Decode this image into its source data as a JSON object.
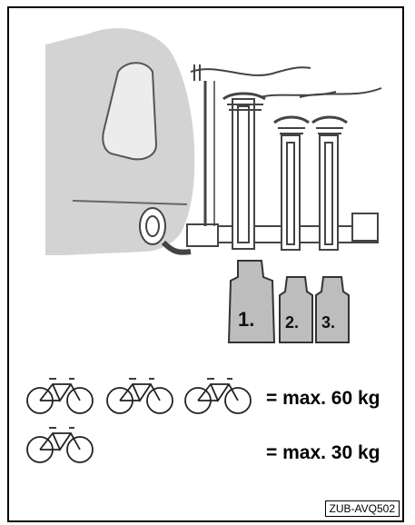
{
  "weights": [
    {
      "label": "1."
    },
    {
      "label": "2."
    },
    {
      "label": "3."
    }
  ],
  "limits": [
    {
      "bike_count": 3,
      "text": "= max. 60 kg"
    },
    {
      "bike_count": 1,
      "text": "= max. 30 kg"
    }
  ],
  "figure_code": "ZUB-AVQ502",
  "colors": {
    "gray_fill": "#d0d0d0",
    "weight_fill": "#bdbdbd",
    "line": "#333333"
  }
}
